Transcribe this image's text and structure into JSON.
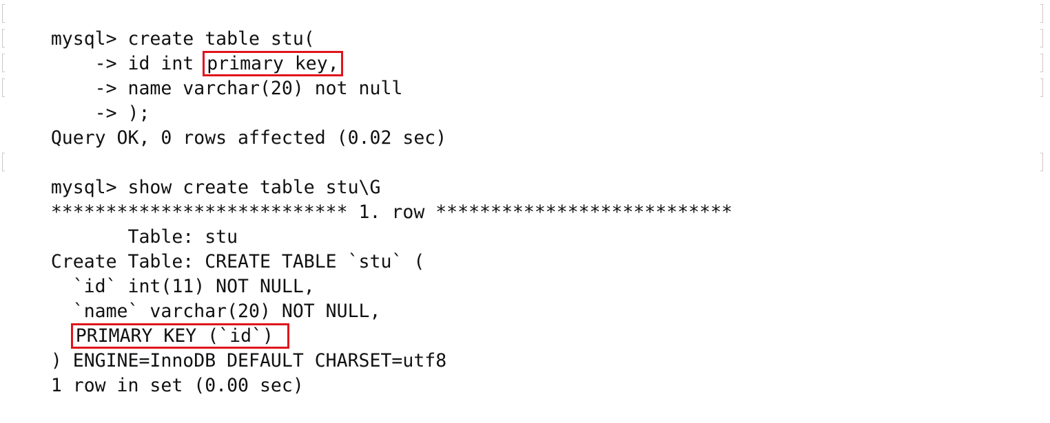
{
  "terminal": {
    "block1": {
      "line1": "mysql> create table stu(",
      "line2_prefix": "    -> id int ",
      "line2_highlight": "primary key,",
      "line3": "    -> name varchar(20) not null",
      "line4": "    -> );",
      "result": "Query OK, 0 rows affected (0.02 sec)"
    },
    "block2": {
      "command": "mysql> show create table stu\\G",
      "row_header": "*************************** 1. row ***************************",
      "table_line": "       Table: stu",
      "create_line": "Create Table: CREATE TABLE `stu` (",
      "col_id": "  `id` int(11) NOT NULL,",
      "col_name": "  `name` varchar(20) NOT NULL,",
      "pk_prefix": "  ",
      "pk_highlight": "PRIMARY KEY (`id`)",
      "engine_line": ") ENGINE=InnoDB DEFAULT CHARSET=utf8",
      "result": "1 row in set (0.00 sec)"
    }
  },
  "colors": {
    "highlight_box": "#e0131b",
    "text": "#111111",
    "background": "#ffffff"
  }
}
